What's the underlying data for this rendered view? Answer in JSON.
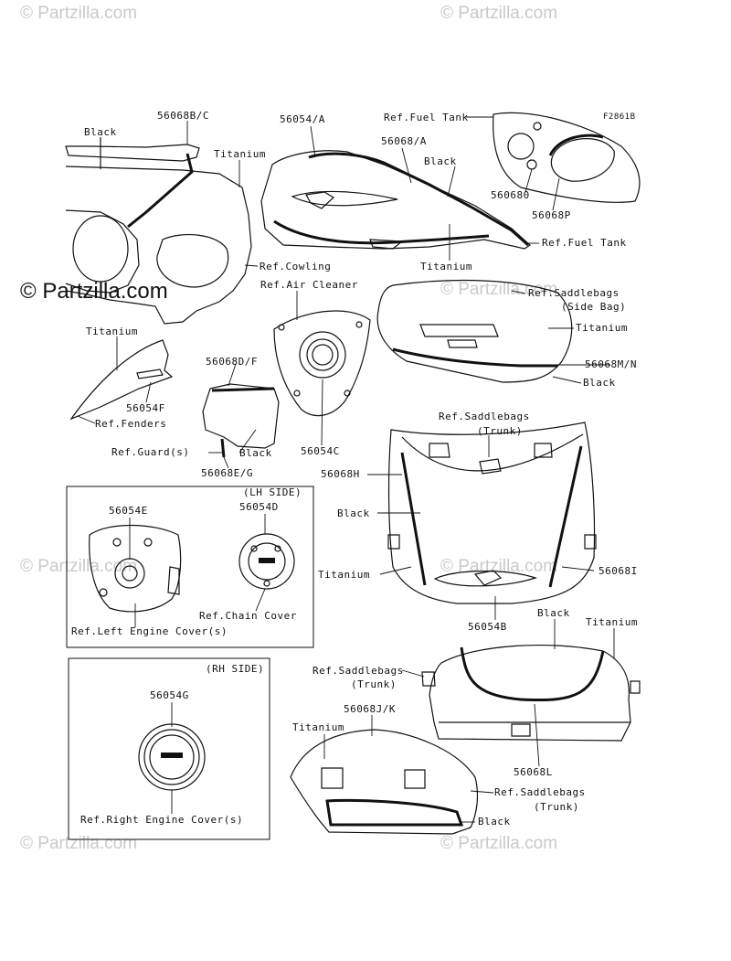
{
  "watermarks": {
    "tl": "© Partzilla.com",
    "tr": "© Partzilla.com",
    "main": "© Partzilla.com",
    "m1": "© Partzilla.com",
    "m2": "© Partzilla.com",
    "m3": "© Partzilla.com",
    "m4": "© Partzilla.com",
    "m5": "© Partzilla.com",
    "m6": "© Partzilla.com"
  },
  "figure_code": "F2861B",
  "labels": {
    "black_fairing": "Black",
    "p56068BC": "56068B/C",
    "titanium_fairing": "Titanium",
    "p56054A": "56054/A",
    "p56068A": "56068/A",
    "black_tank": "Black",
    "ref_fuel_tank_top": "Ref.Fuel Tank",
    "p560680": "560680",
    "p56068P": "56068P",
    "ref_fuel_tank_right": "Ref.Fuel Tank",
    "titanium_tank": "Titanium",
    "ref_cowling": "Ref.Cowling",
    "ref_air_cleaner": "Ref.Air Cleaner",
    "ref_saddlebags_side_1": "Ref.Saddlebags",
    "ref_saddlebags_side_2": "(Side Bag)",
    "titanium_sidebag": "Titanium",
    "p56068MN": "56068M/N",
    "black_sidebag": "Black",
    "titanium_fender": "Titanium",
    "p56054F": "56054F",
    "ref_fenders": "Ref.Fenders",
    "p56068DF": "56068D/F",
    "ref_guards": "Ref.Guard(s)",
    "black_guard": "Black",
    "p56068EG": "56068E/G",
    "p56054C": "56054C",
    "ref_saddlebags_trunk1_1": "Ref.Saddlebags",
    "ref_saddlebags_trunk1_2": "(Trunk)",
    "p56068H": "56068H",
    "black_trunk1": "Black",
    "titanium_trunk1": "Titanium",
    "p56068I": "56068I",
    "p56054B": "56054B",
    "lh_side": "(LH SIDE)",
    "p56054E": "56054E",
    "p56054D": "56054D",
    "ref_chain_cover": "Ref.Chain Cover",
    "ref_left_engine_cover": "Ref.Left Engine Cover(s)",
    "black_trunk2": "Black",
    "titanium_trunk2": "Titanium",
    "ref_saddlebags_trunk2_1": "Ref.Saddlebags",
    "ref_saddlebags_trunk2_2": "(Trunk)",
    "rh_side": "(RH SIDE)",
    "p56054G": "56054G",
    "p56068JK": "56068J/K",
    "titanium_trunk3": "Titanium",
    "p56068L": "56068L",
    "ref_saddlebags_trunk3_1": "Ref.Saddlebags",
    "ref_saddlebags_trunk3_2": "(Trunk)",
    "black_trunk3": "Black",
    "ref_right_engine_cover": "Ref.Right Engine Cover(s)"
  }
}
